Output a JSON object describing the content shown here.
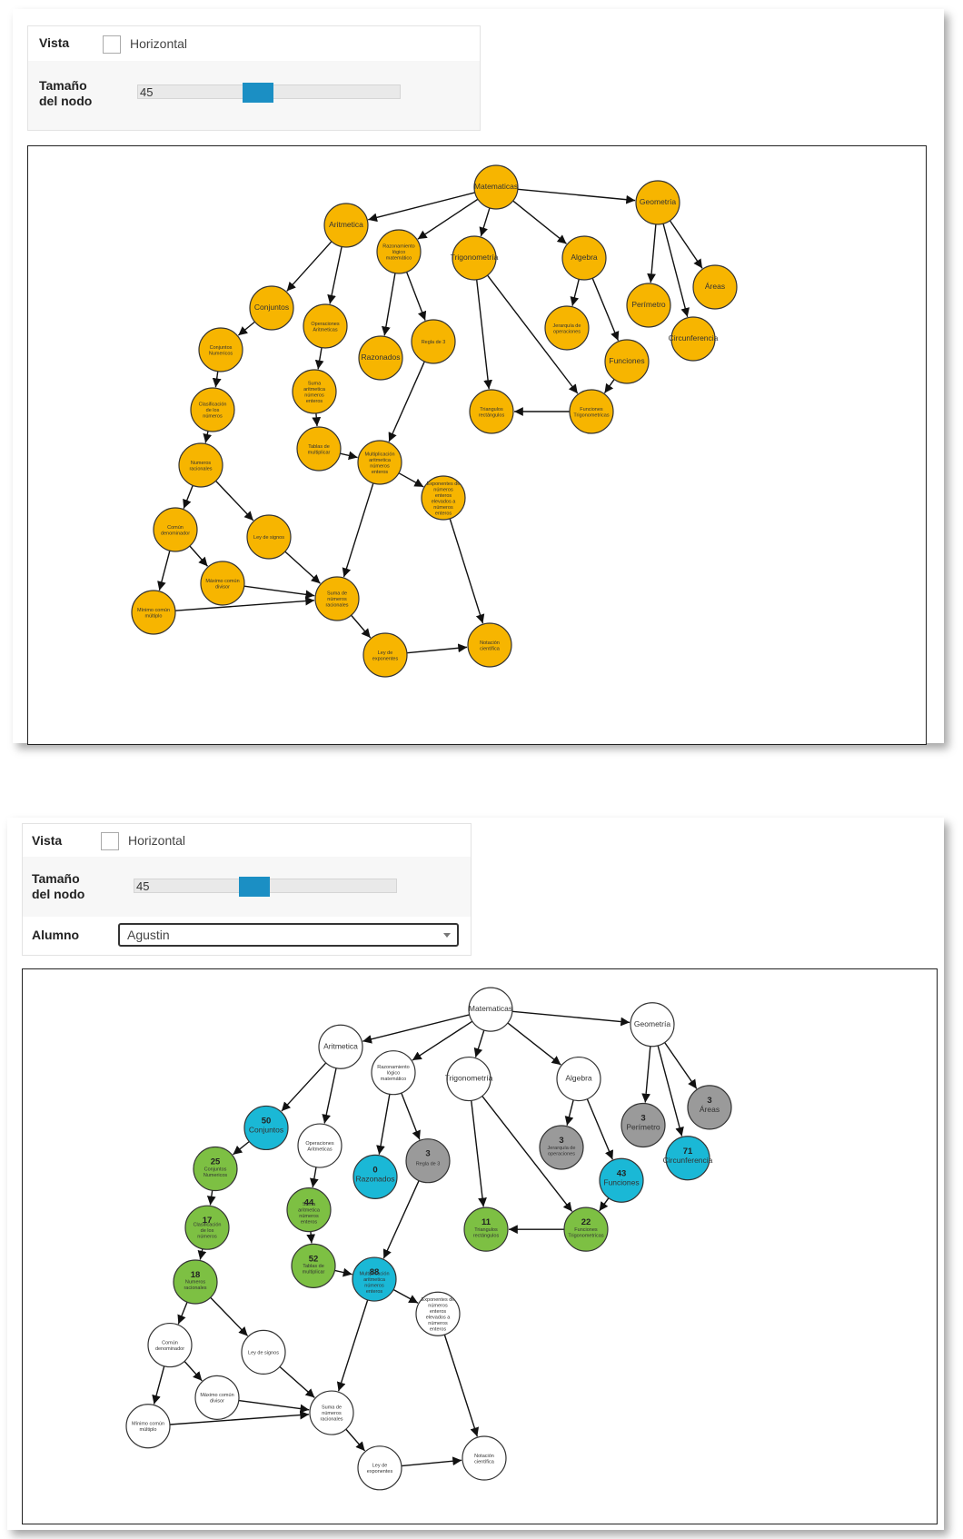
{
  "controls": {
    "vista_label": "Vista",
    "horizontal_label": "Horizontal",
    "size_label": "Tamaño del nodo",
    "size_value": "45",
    "student_label": "Alumno",
    "student_value": "Agustin"
  },
  "colors": {
    "default_node": "#f7b500",
    "empty_node": "#ffffff",
    "green": "#7dc043",
    "blue": "#1ab8d6",
    "gray": "#9a9a9a",
    "slider_handle": "#1b8fc4"
  },
  "nodes": [
    {
      "id": "matematicas",
      "label": "Matematicas"
    },
    {
      "id": "geometria",
      "label": "Geometría"
    },
    {
      "id": "aritmetica",
      "label": "Aritmetica"
    },
    {
      "id": "razonamiento",
      "label": "Razonamiento lógico matemático"
    },
    {
      "id": "trigonometria",
      "label": "Trigonometría"
    },
    {
      "id": "algebra",
      "label": "Algebra"
    },
    {
      "id": "areas",
      "label": "Áreas"
    },
    {
      "id": "perimetro",
      "label": "Perímetro"
    },
    {
      "id": "circunferencia",
      "label": "Circunferencia"
    },
    {
      "id": "conjuntos",
      "label": "Conjuntos"
    },
    {
      "id": "operaciones",
      "label": "Operaciones Aritmeticas"
    },
    {
      "id": "jerarquia",
      "label": "Jerarquía de operaciones"
    },
    {
      "id": "razonados",
      "label": "Razonados"
    },
    {
      "id": "regla3",
      "label": "Regla de 3"
    },
    {
      "id": "funciones",
      "label": "Funciones"
    },
    {
      "id": "conj_numericos",
      "label": "Conjuntos Numericos"
    },
    {
      "id": "suma_arit",
      "label": "Suma aritmetica números enteros"
    },
    {
      "id": "clasificacion",
      "label": "Clasificación de los números"
    },
    {
      "id": "triangulos",
      "label": "Triangulos rectángulos"
    },
    {
      "id": "func_trig",
      "label": "Funciones Trigonometricas"
    },
    {
      "id": "tablas",
      "label": "Tablas de multiplicar"
    },
    {
      "id": "multiplicacion",
      "label": "Multiplicación aritmetica números enteros"
    },
    {
      "id": "num_racionales",
      "label": "Numeros racionales"
    },
    {
      "id": "exponentes",
      "label": "Exponentes de números enteros elevados a números enteros"
    },
    {
      "id": "comun_denom",
      "label": "Común denominador"
    },
    {
      "id": "ley_signos",
      "label": "Ley de signos"
    },
    {
      "id": "maximo",
      "label": "Máximo común divisor"
    },
    {
      "id": "minimo",
      "label": "Mínimo común múltiplo"
    },
    {
      "id": "suma_rac",
      "label": "Suma de números racionales"
    },
    {
      "id": "ley_exp",
      "label": "Ley de exponentes"
    },
    {
      "id": "notacion",
      "label": "Notación científica"
    }
  ],
  "edges": [
    [
      "matematicas",
      "aritmetica"
    ],
    [
      "matematicas",
      "razonamiento"
    ],
    [
      "matematicas",
      "trigonometria"
    ],
    [
      "matematicas",
      "algebra"
    ],
    [
      "matematicas",
      "geometria"
    ],
    [
      "geometria",
      "perimetro"
    ],
    [
      "geometria",
      "circunferencia"
    ],
    [
      "geometria",
      "areas"
    ],
    [
      "aritmetica",
      "conjuntos"
    ],
    [
      "aritmetica",
      "operaciones"
    ],
    [
      "razonamiento",
      "razonados"
    ],
    [
      "razonamiento",
      "regla3"
    ],
    [
      "trigonometria",
      "triangulos"
    ],
    [
      "trigonometria",
      "func_trig"
    ],
    [
      "algebra",
      "jerarquia"
    ],
    [
      "algebra",
      "funciones"
    ],
    [
      "funciones",
      "func_trig"
    ],
    [
      "func_trig",
      "triangulos"
    ],
    [
      "conjuntos",
      "conj_numericos"
    ],
    [
      "conj_numericos",
      "clasificacion"
    ],
    [
      "clasificacion",
      "num_racionales"
    ],
    [
      "operaciones",
      "suma_arit"
    ],
    [
      "suma_arit",
      "tablas"
    ],
    [
      "tablas",
      "multiplicacion"
    ],
    [
      "regla3",
      "multiplicacion"
    ],
    [
      "multiplicacion",
      "exponentes"
    ],
    [
      "multiplicacion",
      "suma_rac"
    ],
    [
      "num_racionales",
      "comun_denom"
    ],
    [
      "num_racionales",
      "ley_signos"
    ],
    [
      "comun_denom",
      "minimo"
    ],
    [
      "comun_denom",
      "maximo"
    ],
    [
      "ley_signos",
      "suma_rac"
    ],
    [
      "maximo",
      "suma_rac"
    ],
    [
      "minimo",
      "suma_rac"
    ],
    [
      "suma_rac",
      "ley_exp"
    ],
    [
      "ley_exp",
      "notacion"
    ],
    [
      "exponentes",
      "notacion"
    ]
  ],
  "student_scores": {
    "conjuntos": {
      "score": "50",
      "color": "blue"
    },
    "conj_numericos": {
      "score": "25",
      "color": "green"
    },
    "clasificacion": {
      "score": "17",
      "color": "green"
    },
    "num_racionales": {
      "score": "18",
      "color": "green"
    },
    "suma_arit": {
      "score": "44",
      "color": "green"
    },
    "tablas": {
      "score": "52",
      "color": "green"
    },
    "multiplicacion": {
      "score": "88",
      "color": "blue"
    },
    "razonados": {
      "score": "0",
      "color": "blue"
    },
    "regla3": {
      "score": "3",
      "color": "gray"
    },
    "jerarquia": {
      "score": "3",
      "color": "gray"
    },
    "funciones": {
      "score": "43",
      "color": "blue"
    },
    "triangulos": {
      "score": "11",
      "color": "green"
    },
    "func_trig": {
      "score": "22",
      "color": "green"
    },
    "perimetro": {
      "score": "3",
      "color": "gray"
    },
    "areas": {
      "score": "3",
      "color": "gray"
    },
    "circunferencia": {
      "score": "71",
      "color": "blue"
    }
  }
}
